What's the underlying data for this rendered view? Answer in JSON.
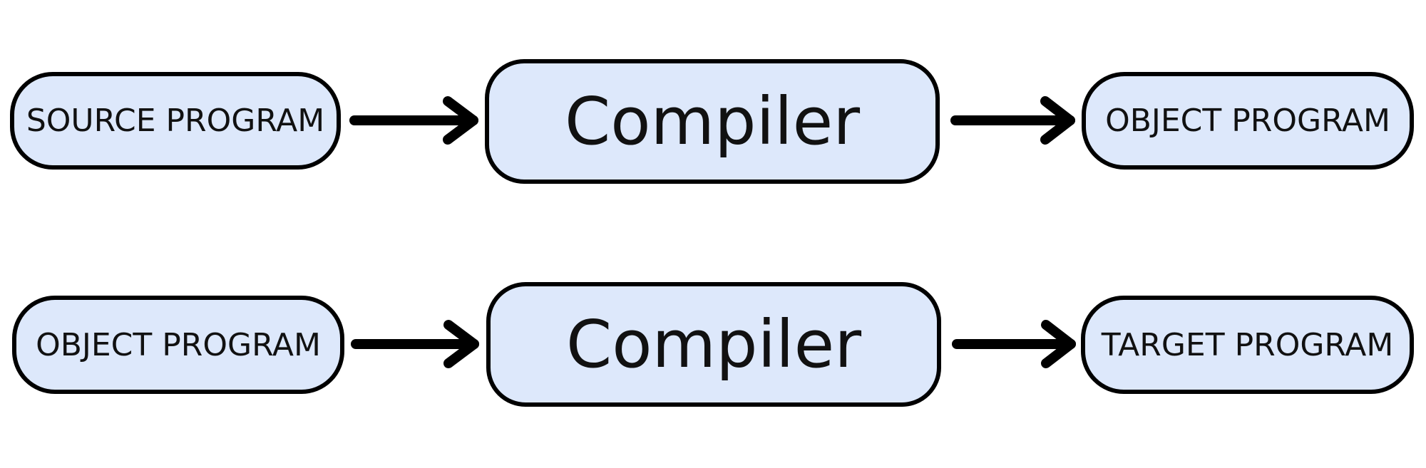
{
  "colors": {
    "box_fill": "#dde8fb",
    "border": "#000000",
    "text": "#111111",
    "arrow": "#000000"
  },
  "rows": [
    {
      "input": "SOURCE PROGRAM",
      "process": "Compiler",
      "output": "OBJECT PROGRAM"
    },
    {
      "input": "OBJECT PROGRAM",
      "process": "Compiler",
      "output": "TARGET PROGRAM"
    }
  ]
}
